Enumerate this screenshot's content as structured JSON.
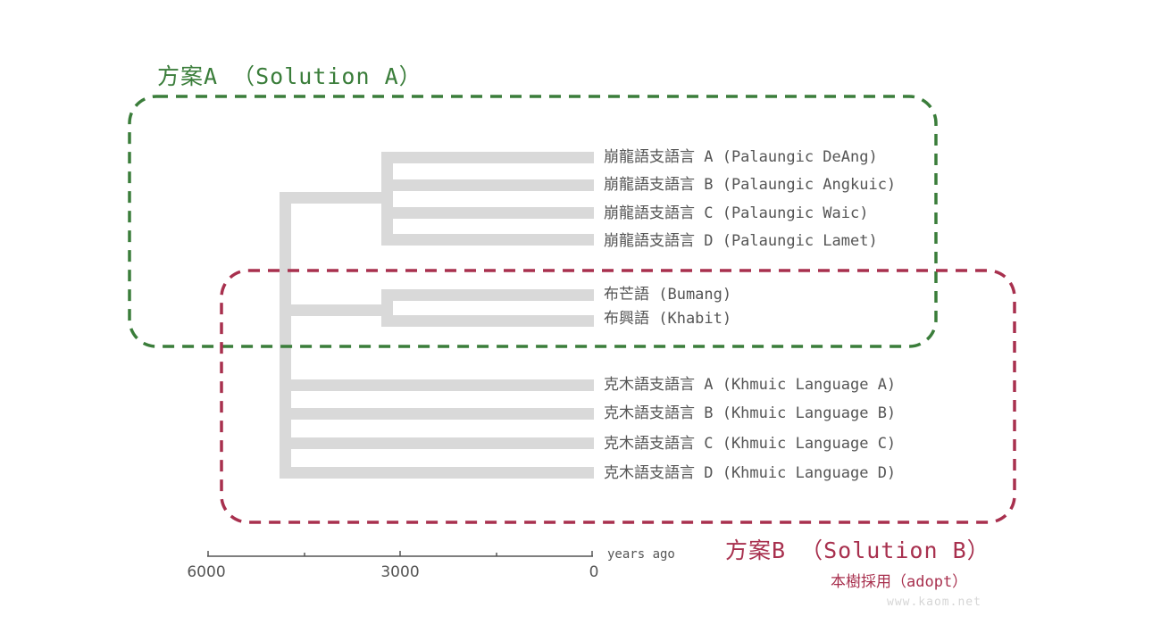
{
  "solution_a": {
    "title": "方案A （Solution A）",
    "color": "#3a7d3a"
  },
  "solution_b": {
    "title": "方案B （Solution B）",
    "note": "本樹採用（adopt）",
    "color": "#a8304e"
  },
  "tree": {
    "branch_color": "#d9d9d9",
    "leaves": [
      "崩龍語支語言 A (Palaungic DeAng)",
      "崩龍語支語言 B (Palaungic Angkuic)",
      "崩龍語支語言 C (Palaungic Waic)",
      "崩龍語支語言 D (Palaungic Lamet)",
      "布芒語 (Bumang)",
      "布興語 (Khabit)",
      "克木語支語言 A (Khmuic Language A)",
      "克木語支語言 B (Khmuic Language B)",
      "克木語支語言 C (Khmuic Language C)",
      "克木語支語言 D (Khmuic Language D)"
    ]
  },
  "axis": {
    "ticks": [
      "6000",
      "3000",
      "0"
    ],
    "unit": "years ago"
  },
  "watermark": "www.kaom.net"
}
